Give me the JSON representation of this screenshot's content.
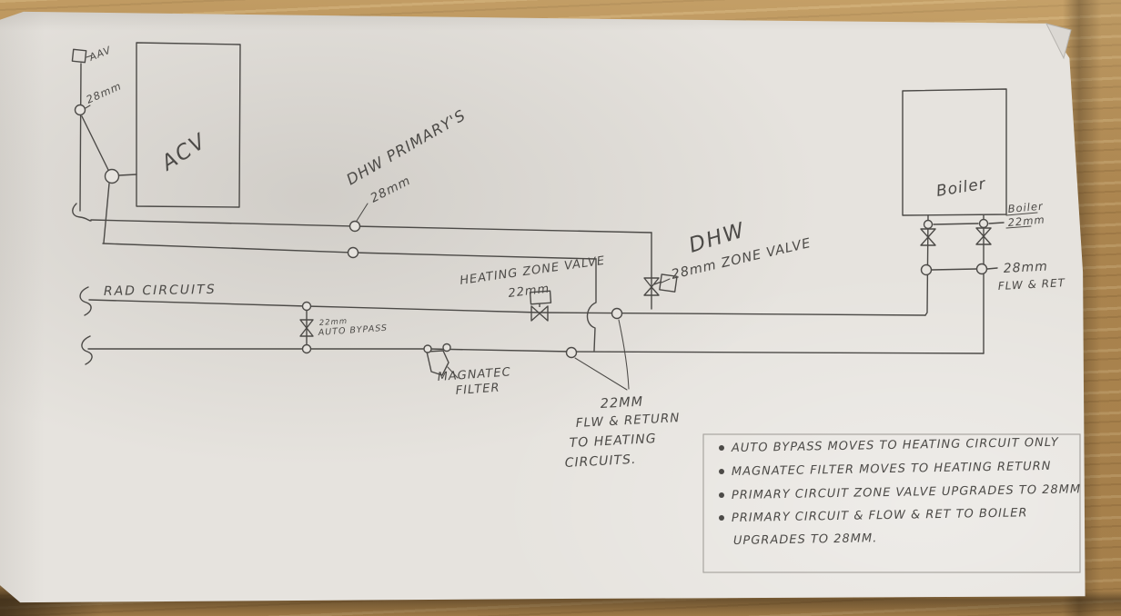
{
  "scene": {
    "description": "Photograph of a hand-drawn central heating pipework schematic on white paper lying on a wooden desk"
  },
  "labels": {
    "aav": "AAV",
    "cyl_pipe_size": "28mm",
    "cylinder": "ACV",
    "dhw_primaries_line1": "DHW PRIMARY'S",
    "dhw_primaries_line2": "28mm",
    "heating_zone_valve_line1": "HEATING ZONE VALVE",
    "heating_zone_valve_line2": "22mm",
    "dhw_line1": "DHW",
    "dhw_line2": "28mm ZONE VALVE",
    "rad_circuits": "RAD CIRCUITS",
    "auto_bypass_line1": "22mm",
    "auto_bypass_line2": "AUTO BYPASS",
    "filter_line1": "MAGNATEC",
    "filter_line2": "FILTER",
    "heating_fr_line1": "22MM",
    "heating_fr_line2": "FLW & RETURN",
    "heating_fr_line3": "TO HEATING",
    "heating_fr_line4": "CIRCUITS.",
    "boiler": "Boiler",
    "boiler_conn_line1": "Boiler",
    "boiler_conn_line2": "22mm",
    "boiler_fr_line1": "28mm",
    "boiler_fr_line2": "FLW & RET"
  },
  "notes": [
    "AUTO BYPASS MOVES TO HEATING CIRCUIT ONLY",
    "MAGNATEC FILTER MOVES TO HEATING RETURN",
    "PRIMARY CIRCUIT ZONE VALVE UPGRADES TO 28MM",
    "PRIMARY CIRCUIT & FLOW & RET TO BOILER",
    "UPGRADES TO 28MM."
  ],
  "colors": {
    "ink": "#4c4a47",
    "paper": "#e6e3de",
    "wood": "#b28a52"
  }
}
